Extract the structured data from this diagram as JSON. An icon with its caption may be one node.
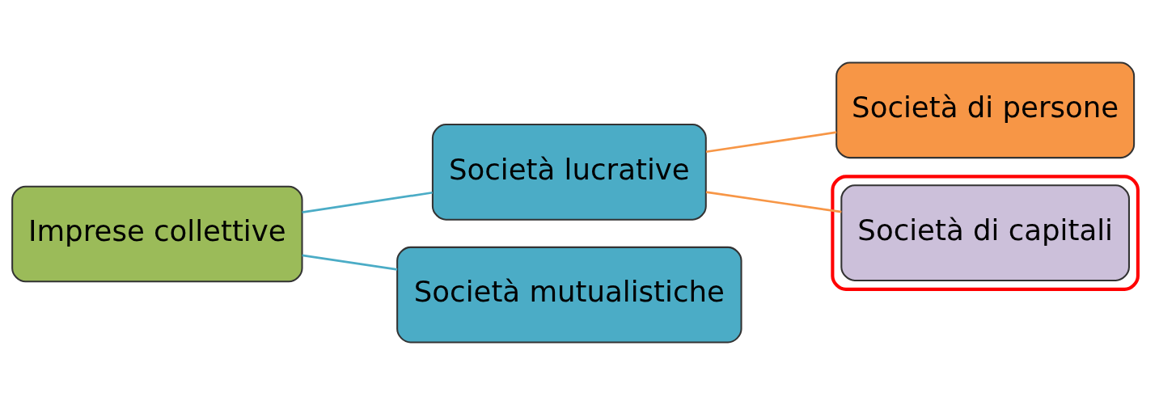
{
  "diagram": {
    "nodes": [
      {
        "text": [
          "Imprese collettive"
        ]
      },
      {
        "text": [
          "Società lucrative"
        ]
      },
      {
        "text": [
          "Società mutualistiche"
        ]
      },
      {
        "text": [
          "Società di persone"
        ]
      },
      {
        "text": [],
        "shape": "box"
      },
      {
        "text": [
          "Società di capitali"
        ],
        "in": 4
      }
    ],
    "edges": [
      {
        "from": 0,
        "to": 1,
        "arrow": "none",
        "color": "#4bacc6"
      },
      {
        "from": 0,
        "to": 2,
        "arrow": "none",
        "color": "#4bacc6"
      },
      {
        "from": 1,
        "to": 3,
        "arrow": "none",
        "color": "#f79646"
      },
      {
        "from": 1,
        "to": 5,
        "arrow": "none",
        "color": "#f79646"
      }
    ]
  }
}
